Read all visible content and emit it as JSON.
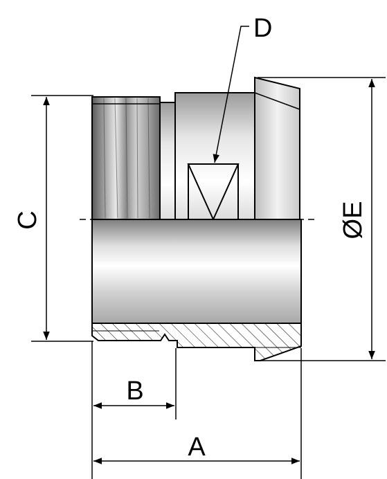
{
  "labels": {
    "a": "A",
    "b": "B",
    "c": "C",
    "d": "D",
    "e": "ØE"
  },
  "colors": {
    "outline": "#000000",
    "metal_light": "#f4f4f4",
    "metal_mid": "#c4c4c4",
    "metal_dark": "#8e8e8e",
    "hatch": "#000000"
  }
}
